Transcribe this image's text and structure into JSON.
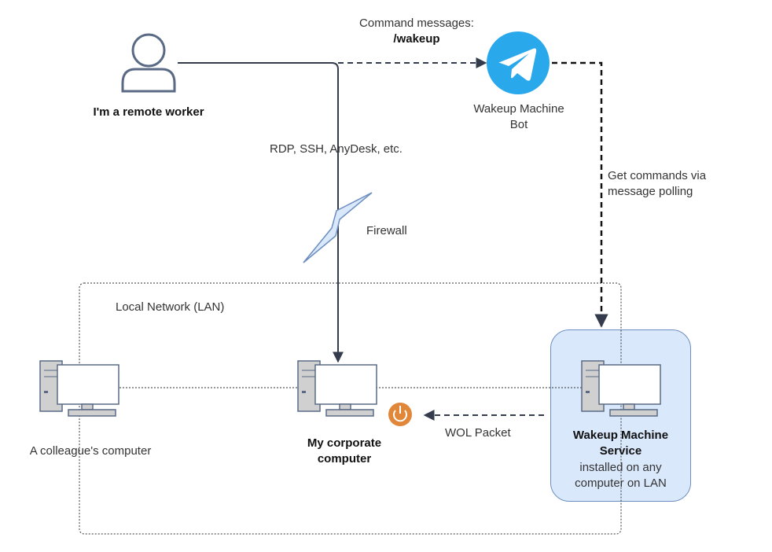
{
  "labels": {
    "command_messages": "Command messages:",
    "command": "/wakeup",
    "remote_worker": "I'm a remote worker",
    "bot_line1": "Wakeup Machine",
    "bot_line2": "Bot",
    "protocols": "RDP, SSH, AnyDesk, etc.",
    "firewall": "Firewall",
    "polling_line1": "Get commands via",
    "polling_line2": "message polling",
    "lan": "Local Network (LAN)",
    "colleague": "A colleague's computer",
    "my_computer_line1": "My corporate",
    "my_computer_line2": "computer",
    "wol": "WOL Packet",
    "service_line1": "Wakeup Machine",
    "service_line2": "Service",
    "service_line3": "installed on any",
    "service_line4": "computer on LAN"
  },
  "icons": {
    "user": "user-icon",
    "telegram": "telegram-icon",
    "firewall": "lightning-icon",
    "computer": "desktop-computer-icon",
    "power": "power-icon"
  },
  "colors": {
    "edge": "#333b4c",
    "icon_stroke": "#5a6a85",
    "telegram": "#29a9eb",
    "power": "#e0873a",
    "service_fill": "#dae8fc",
    "service_border": "#6c8ebf"
  }
}
